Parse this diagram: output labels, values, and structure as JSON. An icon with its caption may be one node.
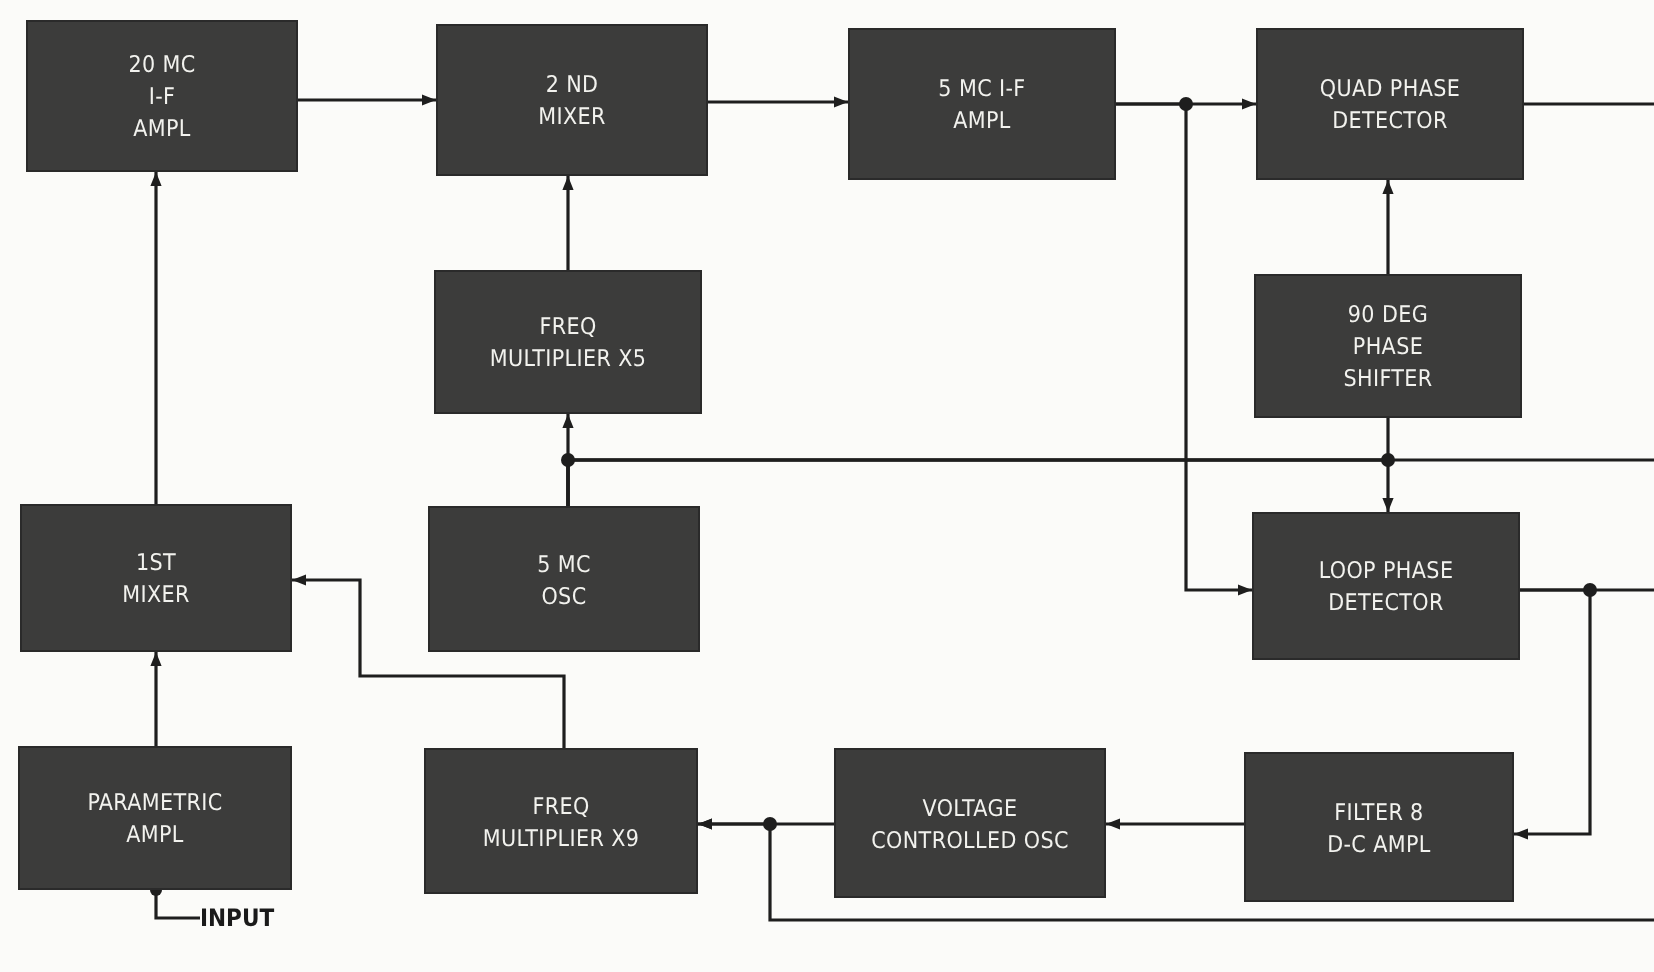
{
  "diagram": {
    "nodes": [
      {
        "text": [
          "20 MC I-F AMPL"
        ]
      },
      {
        "text": [
          "2 ND MIXER"
        ]
      },
      {
        "text": [
          "5 MC I-F AMPL"
        ]
      },
      {
        "text": [
          "QUAD PHASE DETECTOR"
        ]
      },
      {
        "text": [
          "FREQ MULTIPLIER X5"
        ]
      },
      {
        "text": [
          "90 DEG PHASE SHIFTER"
        ]
      },
      {
        "text": [
          "1ST MIXER"
        ]
      },
      {
        "text": [
          "5 MC OSC"
        ]
      },
      {
        "text": [
          "LOOP PHASE DETECTOR"
        ]
      },
      {
        "text": [
          "PARAMETRIC AMPL"
        ]
      },
      {
        "text": [
          "FREQ MULTIPLIER X9"
        ]
      },
      {
        "text": [
          "VOLTAGE CONTROLLED OSC"
        ]
      },
      {
        "text": [
          "FILTER 8 D-C AMPL"
        ]
      },
      {
        "text": [
          "INPUT"
        ]
      }
    ],
    "edges": [
      {
        "from": 0,
        "to": 1,
        "arrow": "to"
      },
      {
        "from": 1,
        "to": 2,
        "arrow": "to"
      },
      {
        "from": 2,
        "to": 3,
        "arrow": "to"
      },
      {
        "from": 2,
        "to": 8,
        "arrow": "to"
      },
      {
        "from": 4,
        "to": 1,
        "arrow": "to"
      },
      {
        "from": 7,
        "to": 4,
        "arrow": "to"
      },
      {
        "from": 7,
        "to": 5,
        "arrow": "none"
      },
      {
        "from": 7,
        "to": 8,
        "arrow": "to"
      },
      {
        "from": 7,
        "to": null,
        "arrow": "none"
      },
      {
        "from": 5,
        "to": 3,
        "arrow": "to"
      },
      {
        "from": 3,
        "to": null,
        "arrow": "none"
      },
      {
        "from": 8,
        "to": 12,
        "arrow": "to"
      },
      {
        "from": 8,
        "to": null,
        "arrow": "none"
      },
      {
        "from": 12,
        "to": 11,
        "arrow": "to"
      },
      {
        "from": 11,
        "to": 10,
        "arrow": "to"
      },
      {
        "from": null,
        "to": 10,
        "arrow": "to"
      },
      {
        "from": 10,
        "to": 6,
        "arrow": "to"
      },
      {
        "from": 6,
        "to": 0,
        "arrow": "to"
      },
      {
        "from": 9,
        "to": 6,
        "arrow": "to"
      },
      {
        "from": 13,
        "to": 9,
        "arrow": "other"
      }
    ]
  }
}
